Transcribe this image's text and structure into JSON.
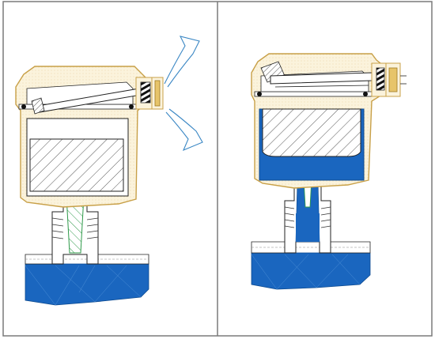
{
  "panels": [
    {
      "id": "left",
      "state": "air-vent-open",
      "valve": "open"
    },
    {
      "id": "right",
      "state": "water-filled",
      "valve": "closed"
    }
  ],
  "colors": {
    "water": "#1a66bf",
    "housing_outline": "#c8a048",
    "housing_fill": "#fbf3dc",
    "stem_outline": "#2f9a4a",
    "air_arrow": "#3a87c4",
    "hatch": "#555555",
    "frame": "#7a7a7a",
    "line": "#222222"
  }
}
